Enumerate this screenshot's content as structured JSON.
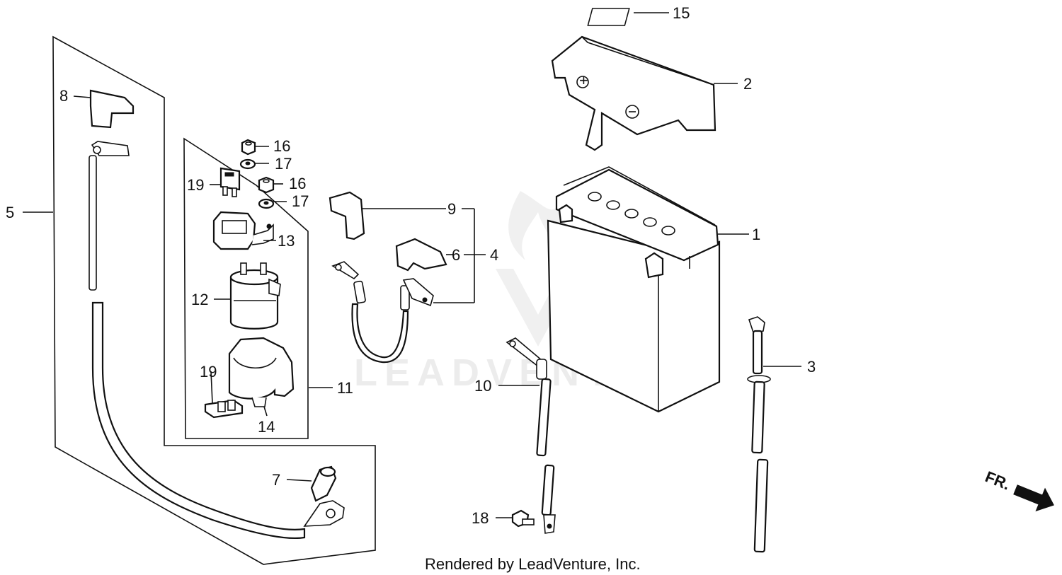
{
  "parts": [
    {
      "ref": "1",
      "label": "1"
    },
    {
      "ref": "2",
      "label": "2"
    },
    {
      "ref": "3",
      "label": "3"
    },
    {
      "ref": "4",
      "label": "4"
    },
    {
      "ref": "5",
      "label": "5"
    },
    {
      "ref": "6",
      "label": "6"
    },
    {
      "ref": "7",
      "label": "7"
    },
    {
      "ref": "8",
      "label": "8"
    },
    {
      "ref": "9",
      "label": "9"
    },
    {
      "ref": "10",
      "label": "10"
    },
    {
      "ref": "11",
      "label": "11"
    },
    {
      "ref": "12",
      "label": "12"
    },
    {
      "ref": "13",
      "label": "13"
    },
    {
      "ref": "14",
      "label": "14"
    },
    {
      "ref": "15",
      "label": "15"
    },
    {
      "ref": "16a",
      "label": "16"
    },
    {
      "ref": "16b",
      "label": "16"
    },
    {
      "ref": "17a",
      "label": "17"
    },
    {
      "ref": "17b",
      "label": "17"
    },
    {
      "ref": "18",
      "label": "18"
    },
    {
      "ref": "19a",
      "label": "19"
    },
    {
      "ref": "19b",
      "label": "19"
    }
  ],
  "direction_marker": "FR.",
  "footer": "Rendered by LeadVenture, Inc.",
  "watermark": "LEADVENTURE"
}
